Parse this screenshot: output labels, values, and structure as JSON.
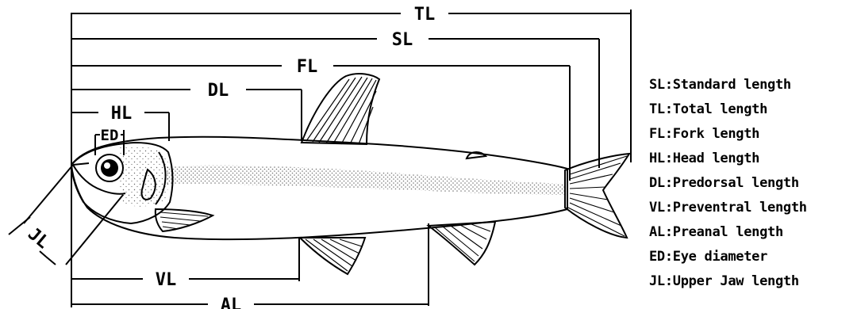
{
  "measurements": [
    {
      "abbr": "TL",
      "name": "Total length"
    },
    {
      "abbr": "SL",
      "name": "Standard length"
    },
    {
      "abbr": "FL",
      "name": "Fork length"
    },
    {
      "abbr": "DL",
      "name": "Predorsal length"
    },
    {
      "abbr": "HL",
      "name": "Head length"
    },
    {
      "abbr": "ED",
      "name": "Eye diameter"
    },
    {
      "abbr": "JL",
      "name": "Upper Jaw length"
    },
    {
      "abbr": "VL",
      "name": "Preventral length"
    },
    {
      "abbr": "AL",
      "name": "Preanal length"
    }
  ],
  "legend": [
    "SL:Standard length",
    "TL:Total length",
    "FL:Fork length",
    "HL:Head length",
    "DL:Predorsal length",
    "VL:Preventral length",
    "AL:Preanal length",
    "ED:Eye diameter",
    "JL:Upper Jaw length"
  ]
}
